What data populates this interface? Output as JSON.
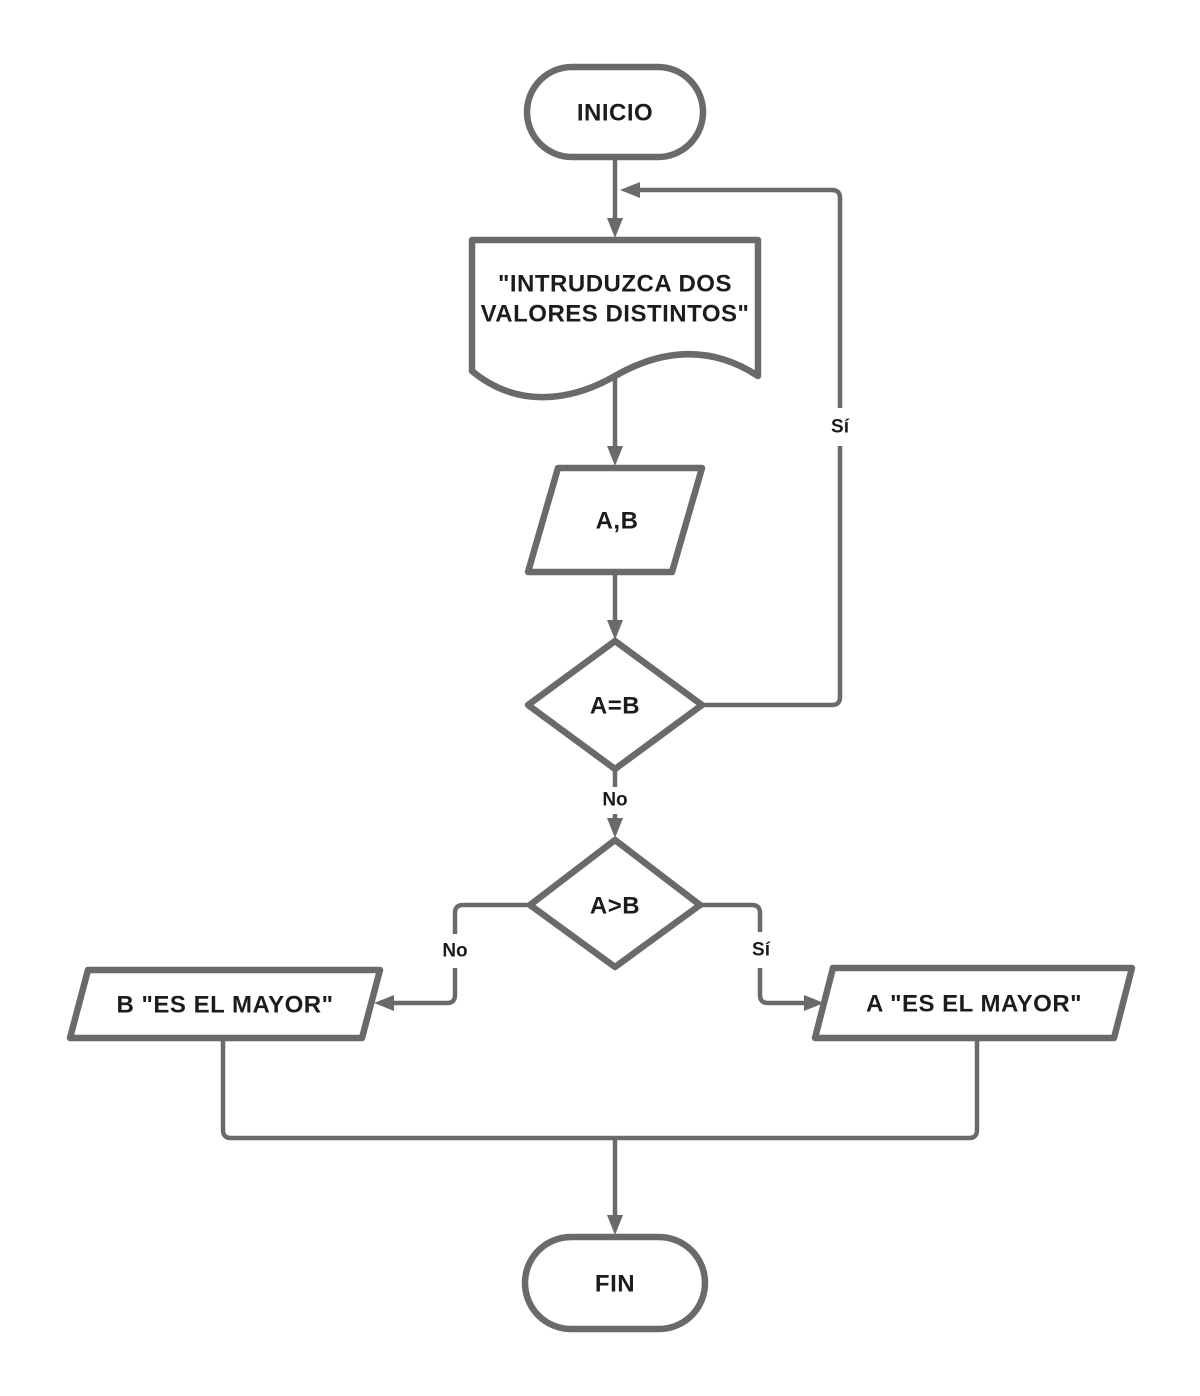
{
  "diagram": {
    "description": "Flowchart deciding which of two distinct values is greater",
    "colors": {
      "stroke": "#6a6a6a",
      "text": "#1c1c1c",
      "background": "#ffffff"
    },
    "nodes": {
      "start": {
        "type": "terminator",
        "label": "INICIO"
      },
      "document": {
        "type": "document",
        "line1": "\"INTRUDUZCA DOS",
        "line2": "VALORES DISTINTOS\""
      },
      "input_ab": {
        "type": "input-parallelogram",
        "label": "A,B"
      },
      "decision_equal": {
        "type": "decision",
        "label": "A=B"
      },
      "decision_greater": {
        "type": "decision",
        "label": "A>B"
      },
      "output_b": {
        "type": "output-parallelogram",
        "label": "B \"ES EL MAYOR\""
      },
      "output_a": {
        "type": "output-parallelogram",
        "label": "A \"ES EL MAYOR\""
      },
      "end": {
        "type": "terminator",
        "label": "FIN"
      }
    },
    "edge_labels": {
      "equal_yes": "Sí",
      "equal_no": "No",
      "greater_no": "No",
      "greater_yes": "Sí"
    }
  }
}
